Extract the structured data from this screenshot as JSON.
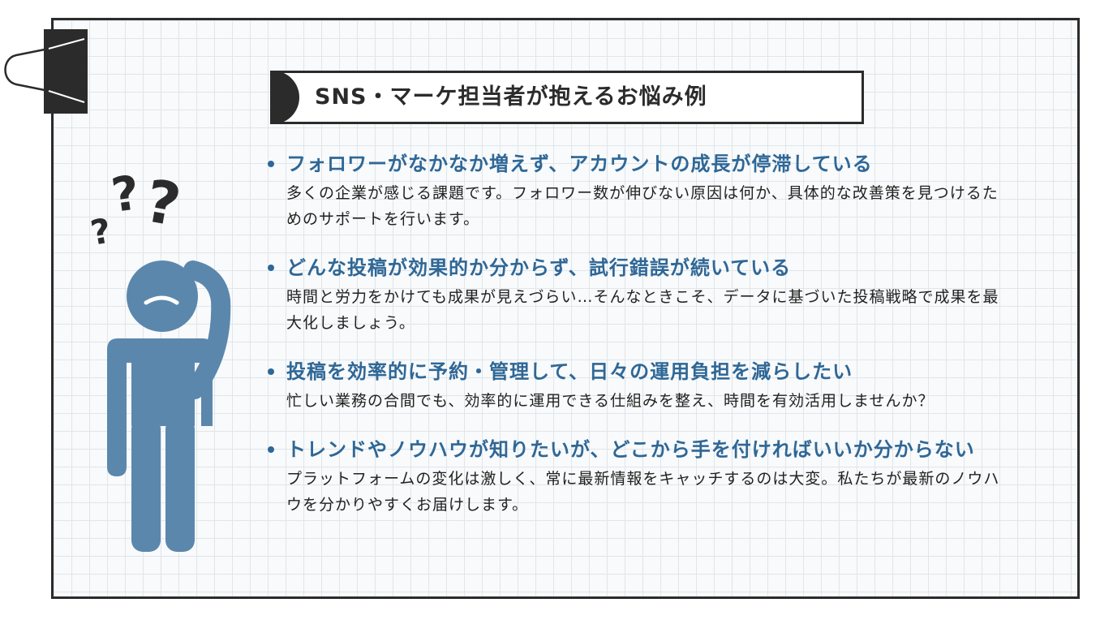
{
  "title": "SNS・マーケ担当者が抱えるお悩み例",
  "colors": {
    "accent": "#2f6796",
    "figure": "#5b87ad",
    "dark": "#2b2b2b"
  },
  "items": [
    {
      "heading": "フォロワーがなかなか増えず、アカウントの成長が停滞している",
      "body": "多くの企業が感じる課題です。フォロワー数が伸びない原因は何か、具体的な改善策を見つけるためのサポートを行います。"
    },
    {
      "heading": "どんな投稿が効果的か分からず、試行錯誤が続いている",
      "body": "時間と労力をかけても成果が見えづらい…そんなときこそ、データに基づいた投稿戦略で成果を最大化しましょう。"
    },
    {
      "heading": "投稿を効率的に予約・管理して、日々の運用負担を減らしたい",
      "body": "忙しい業務の合間でも、効率的に運用できる仕組みを整え、時間を有効活用しませんか？"
    },
    {
      "heading": "トレンドやノウハウが知りたいが、どこから手を付ければいいか分からない",
      "body": "プラットフォームの変化は激しく、常に最新情報をキャッチするのは大変。私たちが最新のノウハウを分かりやすくお届けします。"
    }
  ]
}
